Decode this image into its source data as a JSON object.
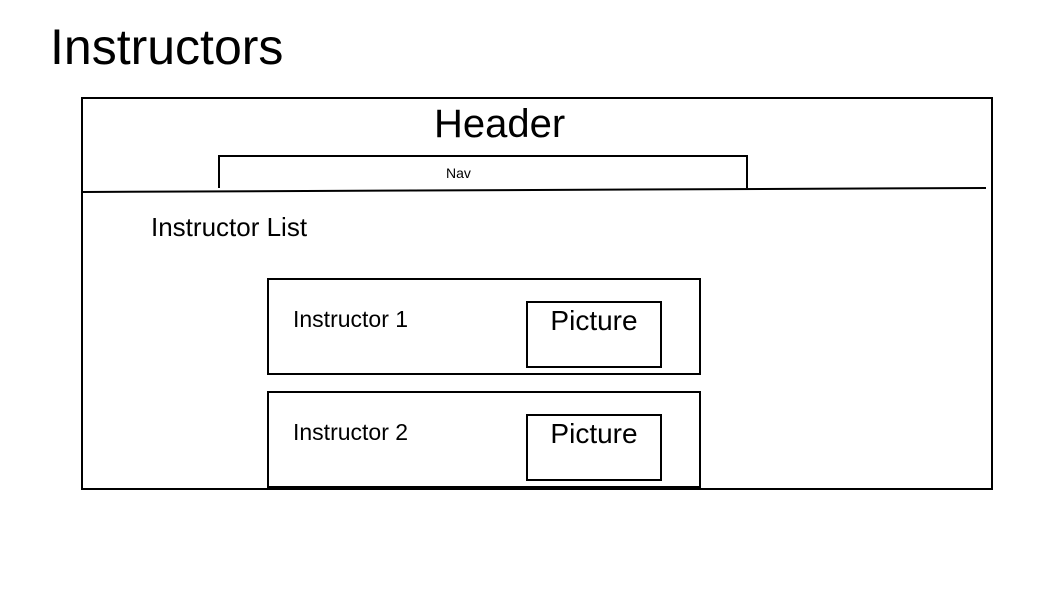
{
  "page": {
    "title": "Instructors"
  },
  "header": {
    "label": "Header",
    "nav_label": "Nav"
  },
  "main": {
    "section_title": "Instructor List",
    "instructors": [
      {
        "name": "Instructor 1",
        "picture_label": "Picture"
      },
      {
        "name": "Instructor 2",
        "picture_label": "Picture"
      }
    ]
  },
  "colors": {
    "stroke": "#000000",
    "background": "#ffffff"
  }
}
